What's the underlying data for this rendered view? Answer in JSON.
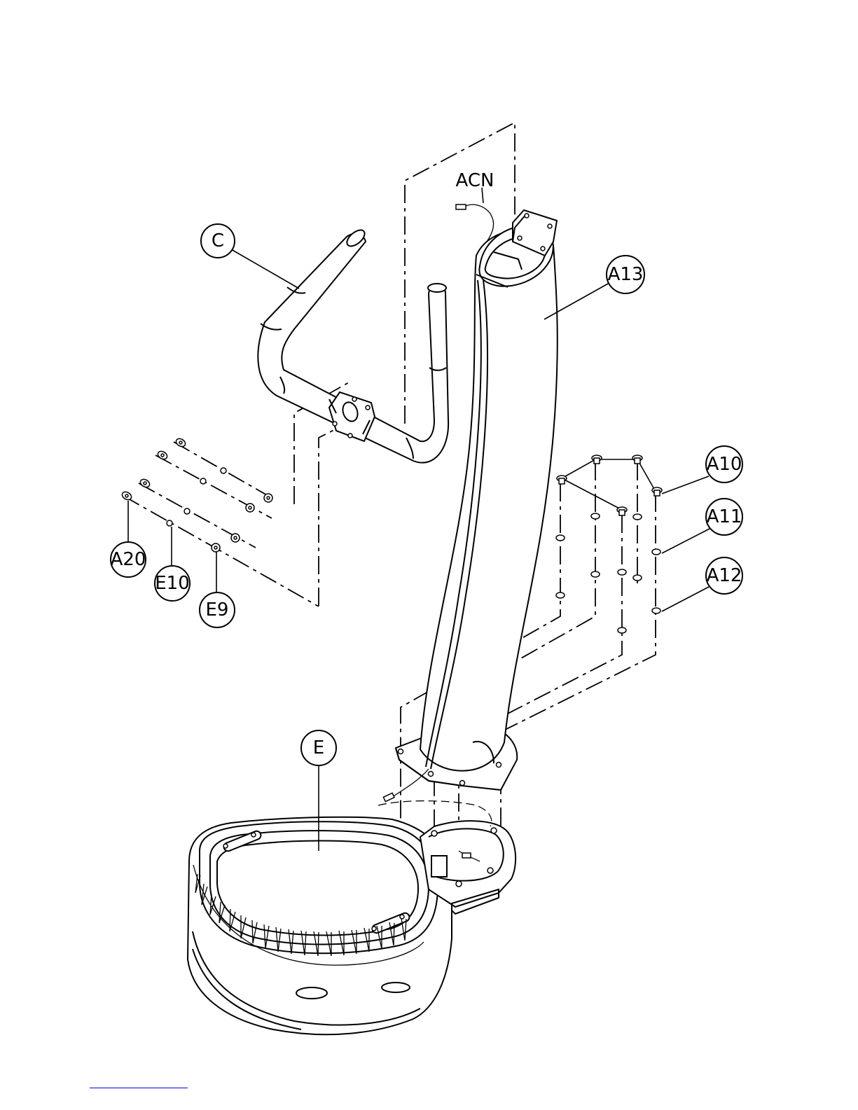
{
  "callouts": {
    "acn": "ACN",
    "c": "C",
    "a13": "A13",
    "a10": "A10",
    "a11": "A11",
    "a12": "A12",
    "a20": "A20",
    "e10": "E10",
    "e9": "E9",
    "e": "E"
  },
  "colors": {
    "line": "#000000",
    "background": "#ffffff",
    "footer_rule": "#0000ee"
  }
}
